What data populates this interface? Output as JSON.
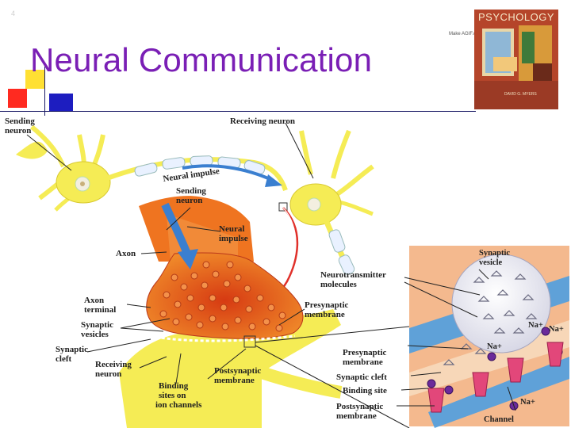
{
  "slide": {
    "number": "4",
    "title": "Neural Communication"
  },
  "book": {
    "title": "PSYCHOLOGY",
    "badge": "Make AGIF.com",
    "author": "DAVID G. MYERS"
  },
  "labels": {
    "sending_neuron_top": [
      "Sending",
      "neuron"
    ],
    "receiving_neuron": "Receiving neuron",
    "neural_impulse_top": "Neural impulse",
    "sending_neuron_mid": [
      "Sending",
      "neuron"
    ],
    "neural_impulse_mid": [
      "Neural",
      "impulse"
    ],
    "axon": "Axon",
    "axon_terminal": [
      "Axon",
      "terminal"
    ],
    "synaptic_vesicles": [
      "Synaptic",
      "vesicles"
    ],
    "synaptic_cleft_left": [
      "Synaptic",
      "cleft"
    ],
    "receiving_neuron_low": [
      "Receiving",
      "neuron"
    ],
    "binding_sites": [
      "Binding",
      "sites on",
      "ion channels"
    ],
    "postsynaptic_membrane_mid": [
      "Postsynaptic",
      "membrane"
    ],
    "presynaptic_membrane_mid": [
      "Presynaptic",
      "membrane"
    ],
    "neurotransmitter": [
      "Neurotransmitter",
      "molecules"
    ],
    "synaptic_vesicle": [
      "Synaptic",
      "vesicle"
    ],
    "presynaptic_membrane_right": [
      "Presynaptic",
      "membrane"
    ],
    "synaptic_cleft_right": "Synaptic cleft",
    "binding_site": "Binding site",
    "postsynaptic_membrane_right": [
      "Postsynaptic",
      "membrane"
    ],
    "na1": "Na+",
    "na2": "Na+",
    "na3": "Na+",
    "na4": "Na+",
    "channel": "Channel"
  },
  "colors": {
    "title": "#7a1fb5",
    "neuron_yellow": "#f5ec55",
    "axon_orange": "#ef7420",
    "terminal_red": "#e24a1a",
    "impulse_blue": "#3a7fd0",
    "inset_bg": "#f4b98e"
  }
}
